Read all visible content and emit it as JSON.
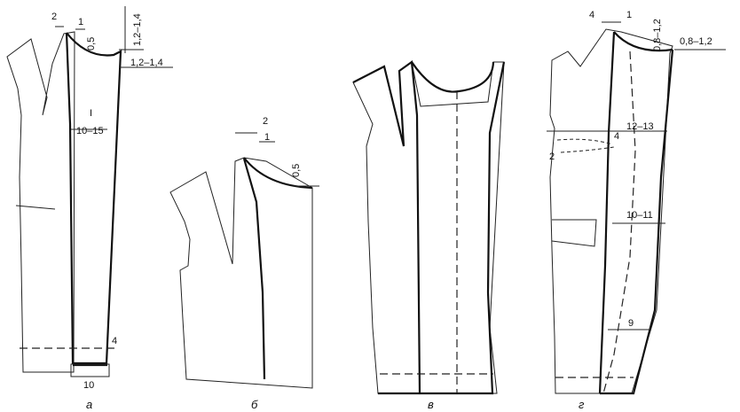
{
  "captions": {
    "a": "а",
    "b": "б",
    "v": "в",
    "g": "г"
  },
  "panel_a": {
    "dim_2": "2",
    "dim_1": "1",
    "dim_0_5": "0,5",
    "dim_top_1": "1,2–1,4",
    "dim_top_2": "1,2–1,4",
    "dim_mark": "I",
    "dim_mid": "10–15",
    "dim_4": "4",
    "dim_10": "10"
  },
  "panel_b": {
    "dim_2": "2",
    "dim_1": "1",
    "dim_0_5": "0,5"
  },
  "panel_g": {
    "dim_4": "4",
    "dim_1": "1",
    "dim_neck": "0,8–1,2",
    "dim_shoulder": "0,8–1,2",
    "dim_12_13": "12–13",
    "dim_4_side": "4",
    "dim_2_side": "2",
    "dim_10_11": "10–11",
    "dim_9": "9"
  }
}
